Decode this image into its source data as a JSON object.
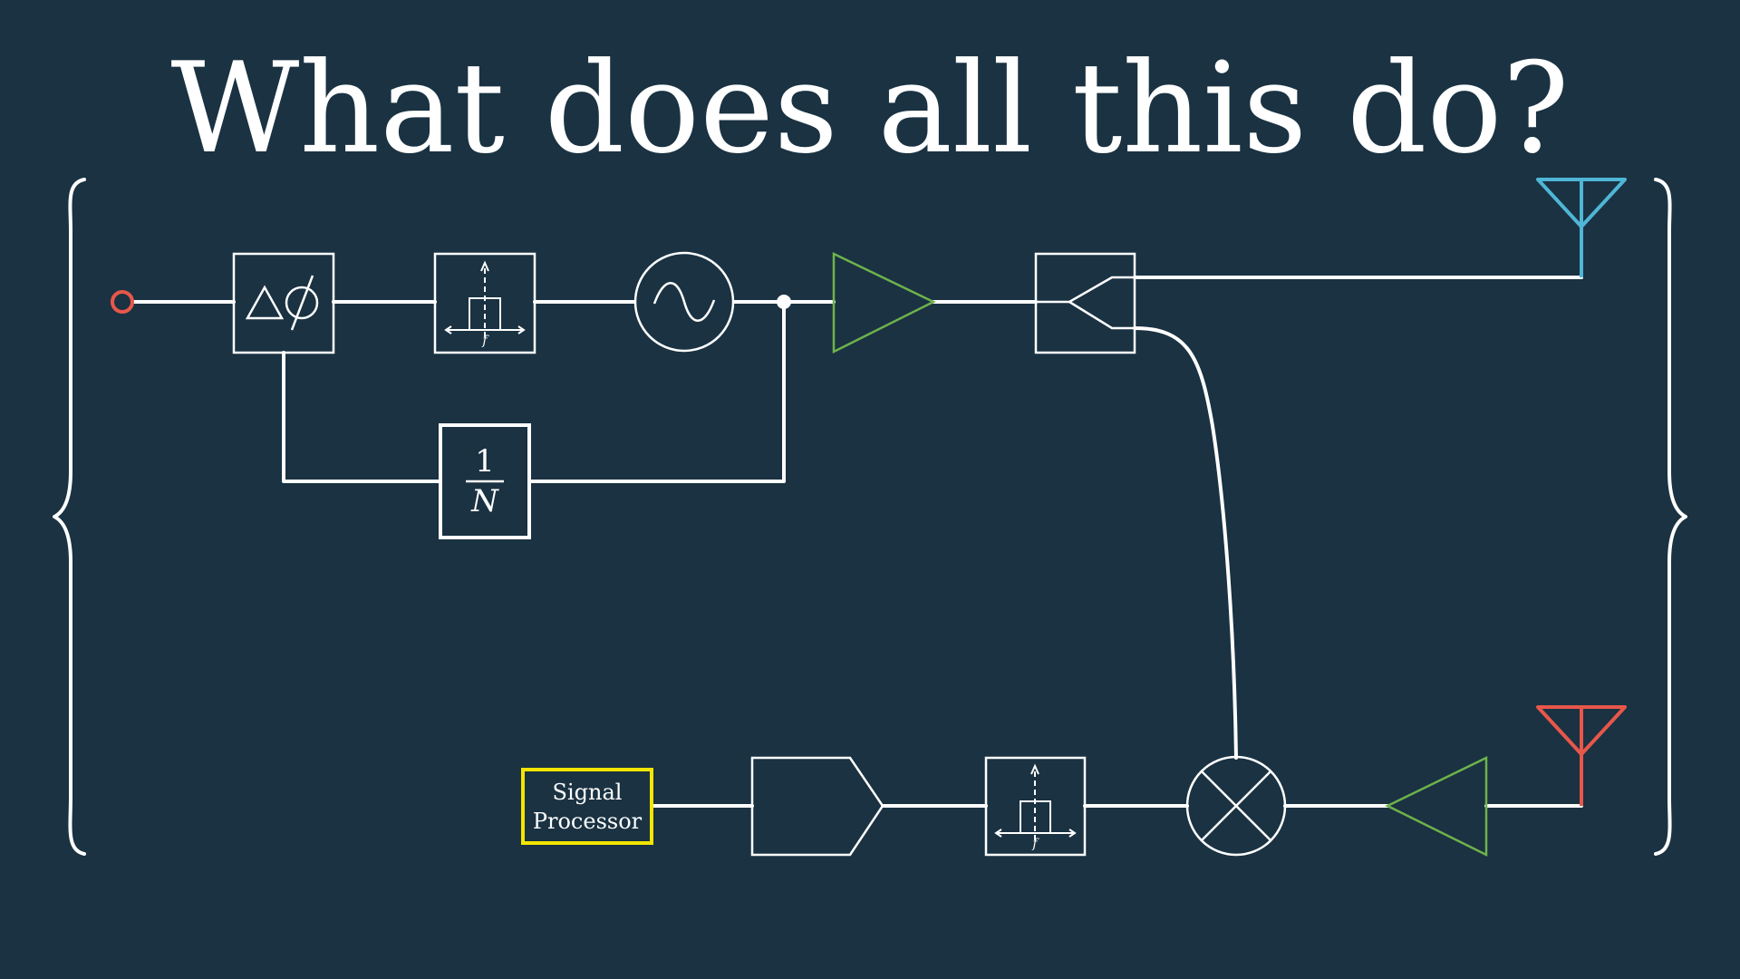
{
  "title": "What does all this do?",
  "labels": {
    "signal_processor_line1": "Signal",
    "signal_processor_line2": "Processor",
    "divider_numerator": "1",
    "divider_denominator": "N",
    "phase_detector_delta": "△",
    "filter_axis_label": "f"
  },
  "colors": {
    "background": "#1a3242",
    "wire": "#ffffff",
    "input_terminal": "#e8574a",
    "amplifier": "#6fb24c",
    "tx_antenna": "#4fb6d6",
    "rx_antenna": "#e8574a",
    "signal_processor_border": "#f2e600"
  }
}
